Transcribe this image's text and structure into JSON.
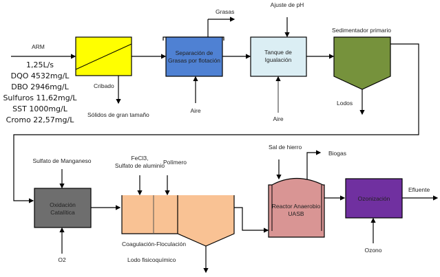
{
  "influent": {
    "name": "ARM",
    "properties": [
      "1,25L/s",
      "DQO 4532mg/L",
      "DBO 2946mg/L",
      "Sulfuros 11,62mg/L",
      "SST 1000mg/L",
      "Cromo 22,57mg/L"
    ]
  },
  "units": {
    "screening": {
      "label": "Cribado",
      "output": "Sólidos de gran tamaño",
      "color": "#ffff00"
    },
    "flotation": {
      "label_line1": "Separación de",
      "label_line2": "Grasas por flotación",
      "output": "Grasas",
      "input": "Aire",
      "color": "#4f81d3"
    },
    "equalization": {
      "label_line1": "Tanque de",
      "label_line2": "Igualación",
      "input_top": "Ajuste de pH",
      "input_bottom": "Aire",
      "color": "#dbeef4"
    },
    "primary_settler": {
      "label": "Sedimentador primario",
      "output": "Lodos",
      "color": "#76923c"
    },
    "catalytic_oxidation": {
      "label_line1": "Oxidación",
      "label_line2": "Catalítica",
      "input_top": "Sulfato de Manganeso",
      "input_bottom": "O2",
      "color": "#6e6e6e"
    },
    "coag_floc": {
      "label": "Coagulación-Floculación",
      "input1_line1": "FeCl3,",
      "input1_line2": "Sulfato de aluminio",
      "input2": "Polímero",
      "output": "Lodo fisicoquímico",
      "color": "#f9c294"
    },
    "uasb": {
      "label_line1": "Reactor Anaerobio",
      "label_line2": "UASB",
      "input": "Sal de hierro",
      "output": "Biogas",
      "color": "#d99594"
    },
    "ozonation": {
      "label": "Ozonización",
      "input": "Ozono",
      "output": "Efluente",
      "color": "#7030a0"
    }
  }
}
